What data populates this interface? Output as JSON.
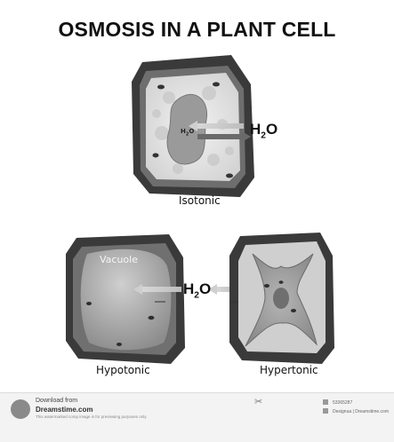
{
  "title": "OSMOSIS IN A PLANT CELL",
  "labels": {
    "isotonic": "Isotonic",
    "hypotonic": "Hypotonic",
    "hypertonic": "Hypertonic",
    "vacuole": "Vacuole",
    "h2o_main": "H",
    "h2o_sub": "2",
    "h2o_o": "O"
  },
  "footer": {
    "download": "Download from",
    "brand": "Dreamstime.com",
    "note": "This watermarked comp image is for previewing purposes only.",
    "id": "53365287",
    "designer": "Designua | Dreamstime.com"
  },
  "icons": [
    "dreamstime-logo-icon",
    "scissors-icon"
  ]
}
